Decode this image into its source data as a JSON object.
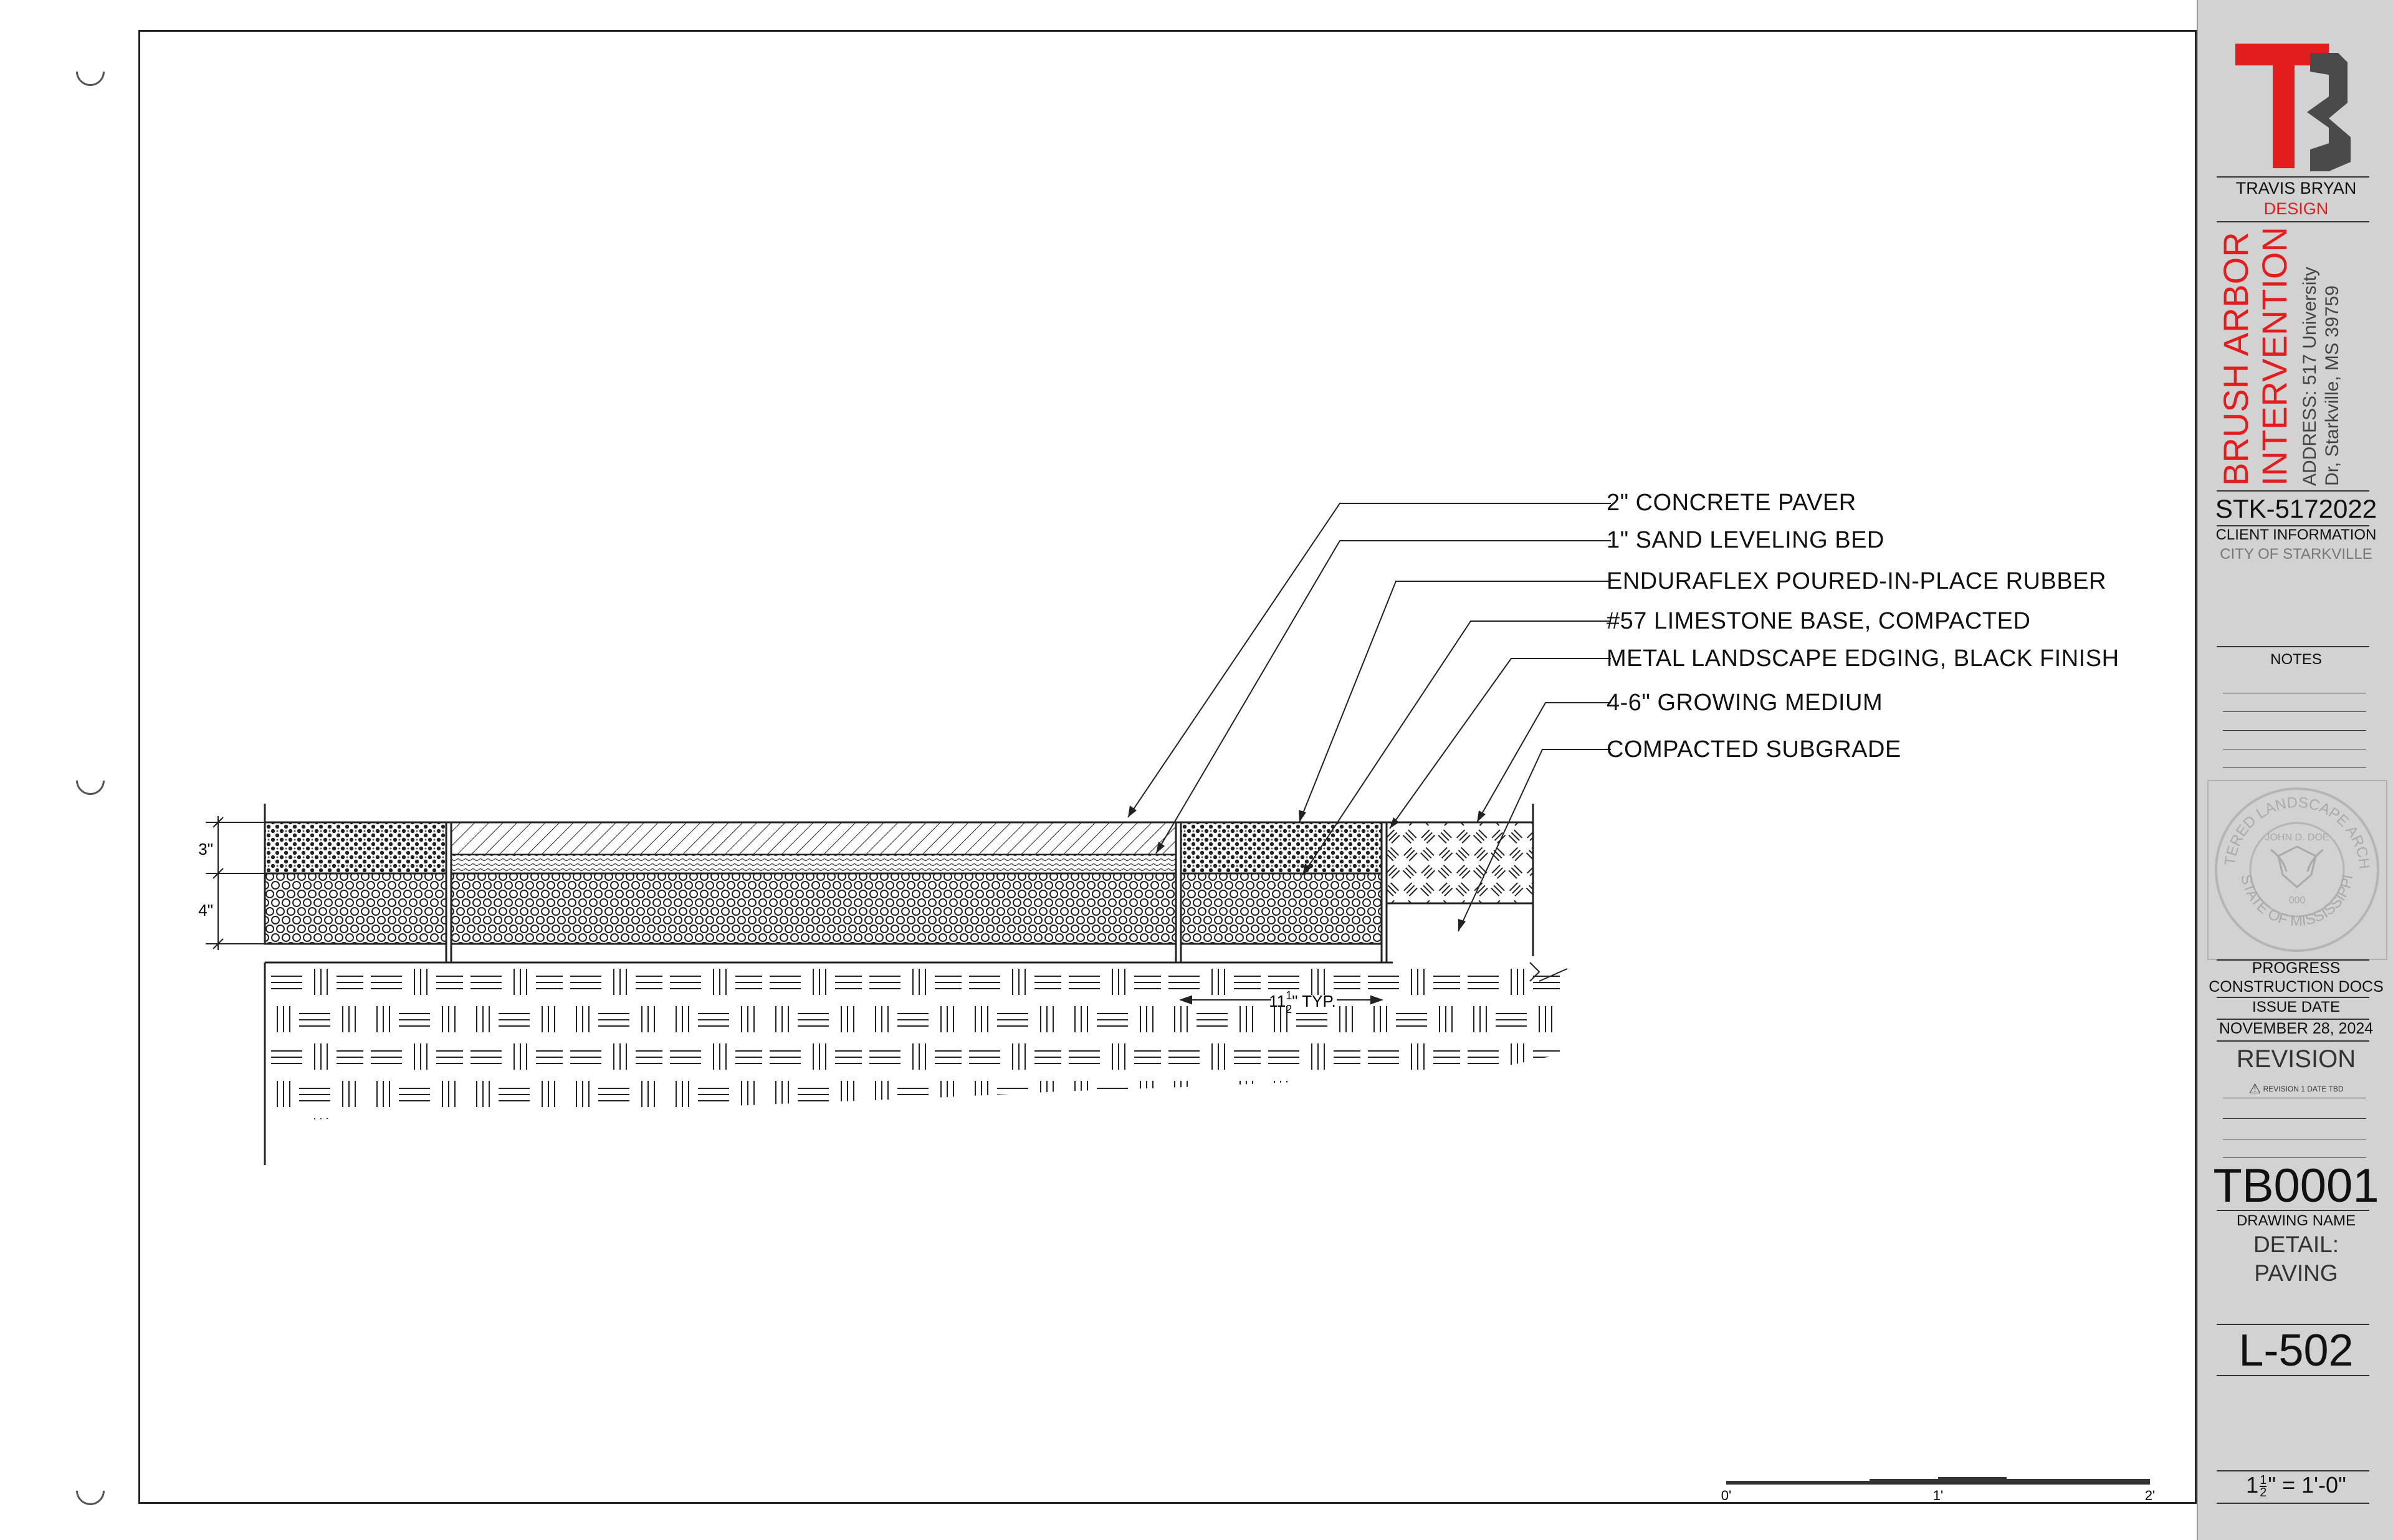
{
  "drawing": {
    "callouts": [
      "2\" CONCRETE PAVER",
      "1\" SAND LEVELING BED",
      "ENDURAFLEX POURED-IN-PLACE RUBBER",
      "#57 LIMESTONE BASE, COMPACTED",
      "METAL LANDSCAPE EDGING, BLACK FINISH",
      "4-6\" GROWING MEDIUM",
      "COMPACTED SUBGRADE"
    ],
    "dim_top": "3\"",
    "dim_bottom": "4\"",
    "dim_edging_whole": "11",
    "dim_edging_num": "1",
    "dim_edging_den": "2",
    "dim_edging_suffix": "\" TYP.",
    "scale_bar": {
      "labels": [
        "0'",
        "1'",
        "2'"
      ]
    }
  },
  "title_block": {
    "firm_name": "TRAVIS BRYAN",
    "firm_sub": "DESIGN",
    "project_line1": "BRUSH ARBOR",
    "project_line2": "INTERVENTION",
    "address_line1": "ADDRESS: 517 University",
    "address_line2": "Dr, Starkville, MS 39759",
    "project_number": "STK-5172022",
    "client_label": "CLIENT INFORMATION",
    "client_name": "CITY OF STARKVILLE",
    "notes_label": "NOTES",
    "seal": {
      "top_text": "REGISTERED LANDSCAPE ARCHITECT",
      "name": "JOHN D. DOE",
      "number": "000",
      "bottom_text": "STATE OF MISSISSIPPI"
    },
    "status_line1": "PROGRESS",
    "status_line2": "CONSTRUCTION DOCS",
    "issue_label": "ISSUE DATE",
    "issue_date": "NOVEMBER 28, 2024",
    "revision_label": "REVISION",
    "revision_entry": "REVISION 1 DATE TBD",
    "drawing_number": "TB0001",
    "drawing_name_label": "DRAWING NAME",
    "drawing_name_line1": "DETAIL:",
    "drawing_name_line2": "PAVING",
    "sheet_number": "L-502",
    "scale_whole": "1",
    "scale_num": "1",
    "scale_den": "2",
    "scale_rest": "\" = 1'-0\""
  },
  "colors": {
    "accent_red": "#e31d1d",
    "logo_gray": "#4a4a4a",
    "titleblock_bg": "#d2d2d2"
  }
}
